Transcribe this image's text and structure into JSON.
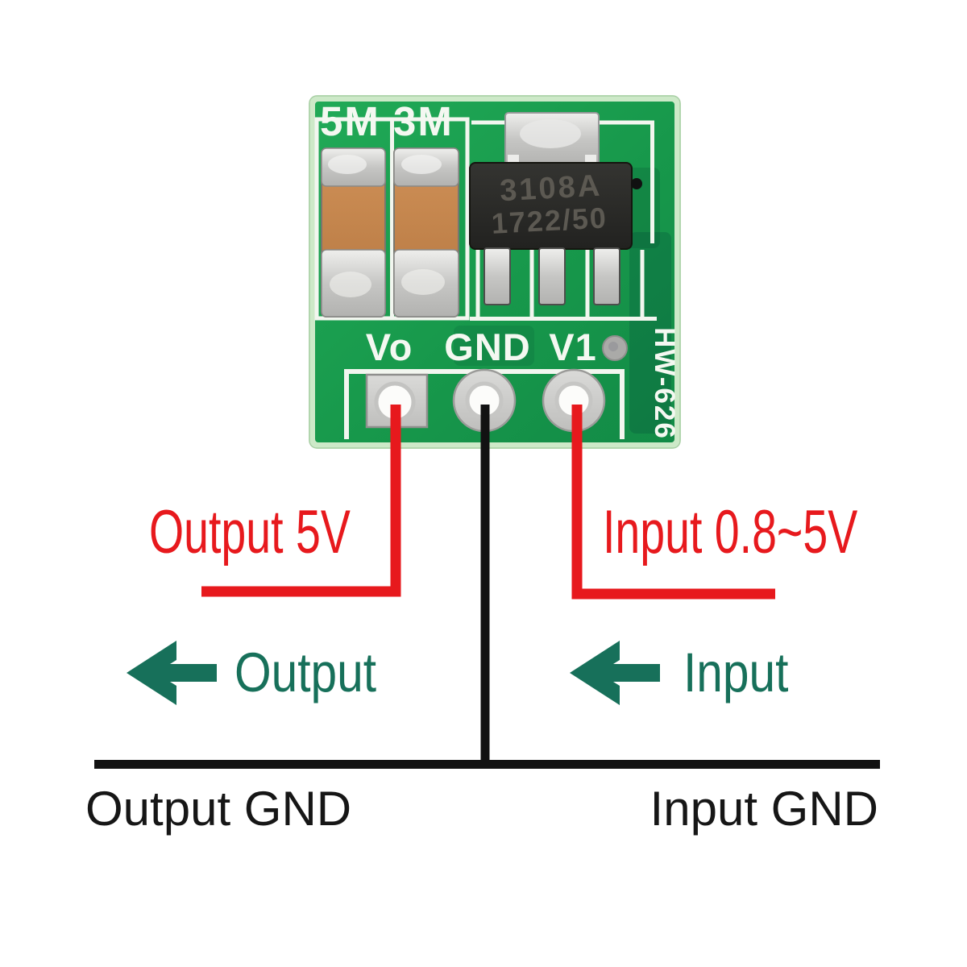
{
  "pcb": {
    "silkscreen_marking": "5M 3M",
    "ic": {
      "line1": "3108A",
      "line2": "1722/50"
    },
    "pins": {
      "vo": "Vo",
      "gnd": "GND",
      "v1": "V1"
    },
    "board_id": "HW-626"
  },
  "annotations": {
    "output_voltage": "Output 5V",
    "input_voltage": "Input 0.8~5V",
    "output_arrow_label": "Output",
    "input_arrow_label": "Input",
    "output_gnd_label": "Output GND",
    "input_gnd_label": "Input GND"
  },
  "colors": {
    "pcb_green": "#1aa050",
    "pcb_edge": "#cde9c8",
    "silkscreen_white": "#f2f6ef",
    "capacitor_body": "#c8864f",
    "annotation_red": "#e7191d",
    "annotation_green": "#17705a",
    "line_black": "#121212"
  }
}
